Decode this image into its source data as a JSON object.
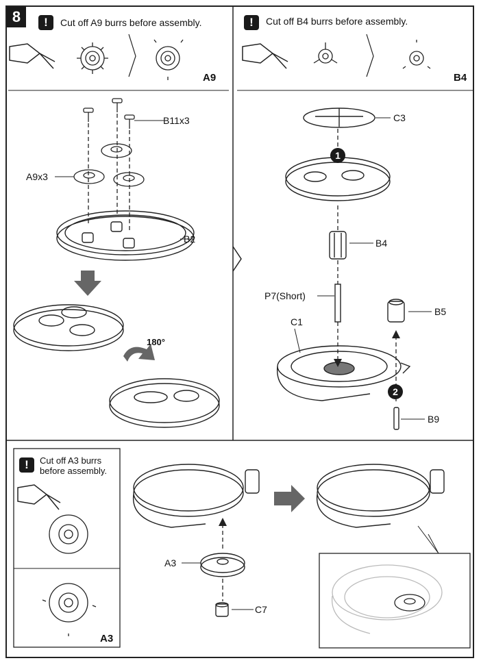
{
  "step": {
    "number": "8"
  },
  "warnings": {
    "a9": "Cut off A9 burrs before assembly.",
    "b4": "Cut off B4 burrs before assembly.",
    "a3_line1": "Cut off A3 burrs",
    "a3_line2": "before assembly.",
    "icon": "!"
  },
  "part_ids": {
    "a9": "A9",
    "b4": "B4",
    "a3": "A3"
  },
  "labels": {
    "b11": "B11x3",
    "a9x3": "A9x3",
    "b2": "B2",
    "c3": "C3",
    "b4": "B4",
    "p7": "P7(Short)",
    "c1": "C1",
    "b5": "B5",
    "b9": "B9",
    "a3": "A3",
    "c7": "C7"
  },
  "rotation": "180°",
  "order": {
    "first": "1",
    "second": "2"
  },
  "colors": {
    "line": "#222222",
    "arrow": "#666666",
    "light": "#bbbbbb"
  }
}
